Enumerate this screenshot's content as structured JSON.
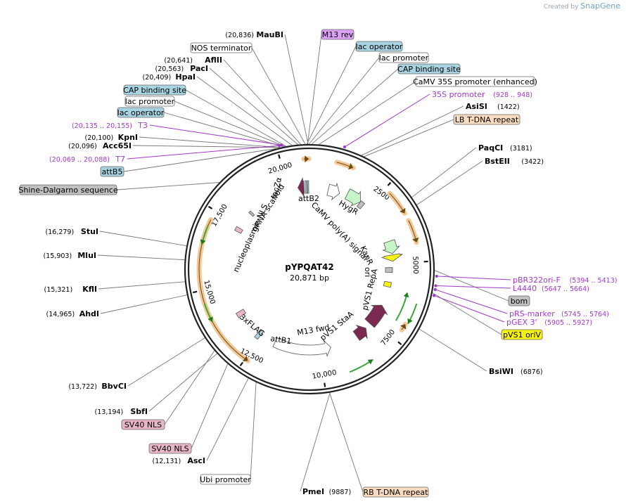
{
  "credit": {
    "prefix": "Created by",
    "brand": "SnapGene"
  },
  "plasmid": {
    "name": "pYPQAT42",
    "size": "20,871 bp",
    "length_bp": 20871
  },
  "colors": {
    "orange": "#f2c897",
    "cyan": "#a8d3e0",
    "gray": "#c0c0c0",
    "lightgreen": "#c8f5c8",
    "maroon": "#7a2a50",
    "yellow": "#f7f313",
    "peach": "#fadcc0",
    "pink": "#e8b6c8",
    "violet": "#dca2f5",
    "primer": "#a238c9"
  },
  "ticks": [
    {
      "bp": 2500,
      "label": "2500"
    },
    {
      "bp": 5000,
      "label": "5000"
    },
    {
      "bp": 7500,
      "label": "7500"
    },
    {
      "bp": 10000,
      "label": "10,000"
    },
    {
      "bp": 12500,
      "label": "12,500"
    },
    {
      "bp": 15000,
      "label": "15,000"
    },
    {
      "bp": 17500,
      "label": "17,500"
    },
    {
      "bp": 20000,
      "label": "20,000"
    }
  ],
  "sites": [
    {
      "name": "MauBI",
      "pos": "(20,836)",
      "bp": 20836
    },
    {
      "name": "AflII",
      "pos": "(20,641)",
      "bp": 20641
    },
    {
      "name": "PacI",
      "pos": "(20,563)",
      "bp": 20563
    },
    {
      "name": "HpaI",
      "pos": "(20,409)",
      "bp": 20409
    },
    {
      "name": "KpnI",
      "pos": "(20,100)",
      "bp": 20100
    },
    {
      "name": "Acc65I",
      "pos": "(20,096)",
      "bp": 20096
    },
    {
      "name": "AsiSI",
      "pos": "(1422)",
      "bp": 1422
    },
    {
      "name": "PaqCI",
      "pos": "(3181)",
      "bp": 3181
    },
    {
      "name": "BstEII",
      "pos": "(3422)",
      "bp": 3422
    },
    {
      "name": "BsiWI",
      "pos": "(6876)",
      "bp": 6876
    },
    {
      "name": "PmeI",
      "pos": "(9887)",
      "bp": 9887
    },
    {
      "name": "AscI",
      "pos": "(12,131)",
      "bp": 12131
    },
    {
      "name": "SbfI",
      "pos": "(13,194)",
      "bp": 13194
    },
    {
      "name": "BbvCI",
      "pos": "(13,722)",
      "bp": 13722
    },
    {
      "name": "AhdI",
      "pos": "(14,965)",
      "bp": 14965
    },
    {
      "name": "KflI",
      "pos": "(15,321)",
      "bp": 15321
    },
    {
      "name": "MluI",
      "pos": "(15,903)",
      "bp": 15903
    },
    {
      "name": "StuI",
      "pos": "(16,279)",
      "bp": 16279
    }
  ],
  "boxes": [
    {
      "text": "NOS terminator",
      "color": "white"
    },
    {
      "text": "M13 rev",
      "color": "violet"
    },
    {
      "text": "lac operator",
      "color": "cyan"
    },
    {
      "text": "lac promoter",
      "color": "white"
    },
    {
      "text": "CAP binding site",
      "color": "cyan"
    },
    {
      "text": "CaMV 35S promoter (enhanced)",
      "color": "white"
    },
    {
      "text": "LB T-DNA repeat",
      "color": "peach"
    },
    {
      "text": "CAP binding site",
      "color": "cyan"
    },
    {
      "text": "lac promoter",
      "color": "white"
    },
    {
      "text": "lac operator",
      "color": "cyan"
    },
    {
      "text": "attB5",
      "color": "cyan"
    },
    {
      "text": "Shine-Dalgarno sequence",
      "color": "gray"
    },
    {
      "text": "bom",
      "color": "gray"
    },
    {
      "text": "pVS1 oriV",
      "color": "yellow"
    },
    {
      "text": "SV40 NLS",
      "color": "pink"
    },
    {
      "text": "SV40 NLS",
      "color": "pink"
    },
    {
      "text": "Ubi promoter",
      "color": "white"
    },
    {
      "text": "RB T-DNA repeat",
      "color": "peach"
    }
  ],
  "primers": [
    {
      "name": "35S promoter",
      "pos": "(928 .. 948)"
    },
    {
      "name": "T3",
      "pos": "(20,135 .. 20,155)"
    },
    {
      "name": "T7",
      "pos": "(20,069 .. 20,088)"
    },
    {
      "name": "pBR322ori-F",
      "pos": "(5394 .. 5413)"
    },
    {
      "name": "L4440",
      "pos": "(5647 .. 5664)"
    },
    {
      "name": "pRS-marker",
      "pos": "(5745 .. 5764)"
    },
    {
      "name": "pGEX 3'",
      "pos": "(5905 .. 5927)"
    }
  ],
  "features": [
    {
      "name": "lacZα"
    },
    {
      "name": "attB2"
    },
    {
      "name": "HygR"
    },
    {
      "name": "CaMV poly(A) signal"
    },
    {
      "name": "gRNA scaffold"
    },
    {
      "name": "nucleoplasmin NLS"
    },
    {
      "name": "KanR"
    },
    {
      "name": "ori"
    },
    {
      "name": "pVS1 RepA"
    },
    {
      "name": "pVS1 StaA"
    },
    {
      "name": "M13 fwd"
    },
    {
      "name": "attB1"
    },
    {
      "name": "3xFLAG"
    }
  ]
}
